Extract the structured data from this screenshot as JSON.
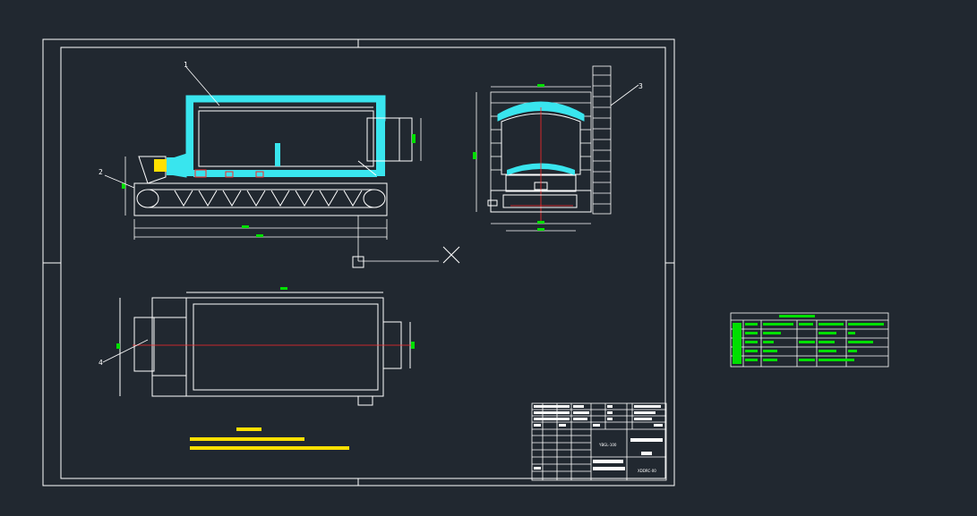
{
  "colors": {
    "background": "#212830",
    "frame": "#ffffff",
    "insulation": "#39e5ee",
    "dimension": "#00e000",
    "centerline": "#ff2a2a",
    "accent_yellow": "#ffe000"
  },
  "callouts": [
    "1",
    "2",
    "3",
    "4"
  ],
  "title_block": {
    "drawing_no": "XDDRC-00",
    "model": "YBGL-100"
  }
}
